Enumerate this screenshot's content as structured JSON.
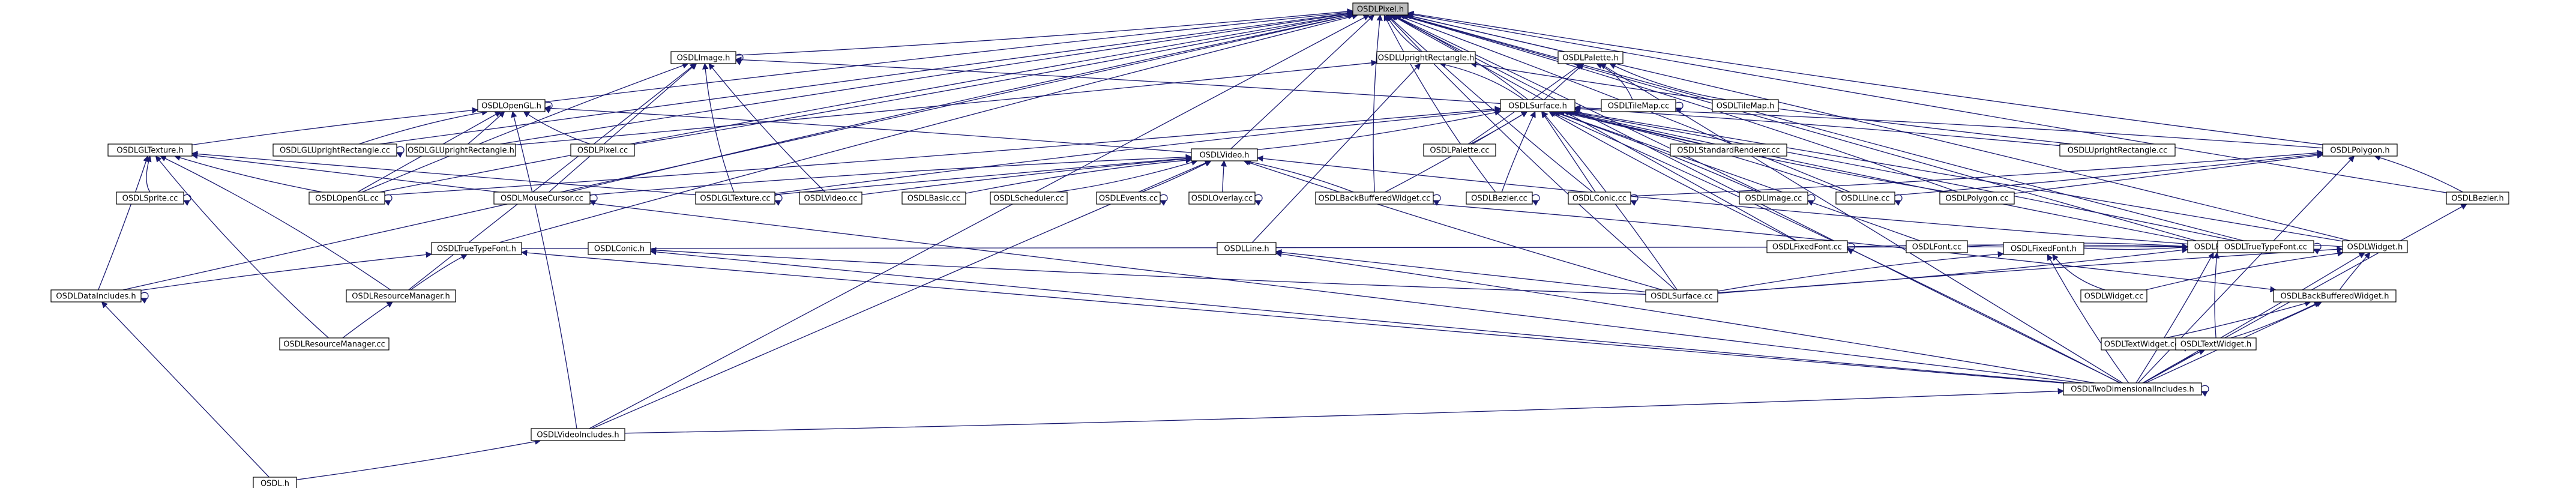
{
  "graph": {
    "root": "OSDLPixel.h",
    "nodes": [
      {
        "id": "pixel_h",
        "label": "OSDLPixel.h"
      },
      {
        "id": "image_h",
        "label": "OSDLImage.h"
      },
      {
        "id": "uprect_h",
        "label": "OSDLUprightRectangle.h"
      },
      {
        "id": "palette_h",
        "label": "OSDLPalette.h"
      },
      {
        "id": "opengl_h",
        "label": "OSDLOpenGL.h"
      },
      {
        "id": "surface_h",
        "label": "OSDLSurface.h"
      },
      {
        "id": "tilemap_cc",
        "label": "OSDLTileMap.cc"
      },
      {
        "id": "tilemap_h",
        "label": "OSDLTileMap.h"
      },
      {
        "id": "gltexture_h",
        "label": "OSDLGLTexture.h"
      },
      {
        "id": "gluprect_cc",
        "label": "OSDLGLUprightRectangle.cc"
      },
      {
        "id": "gluprect_h",
        "label": "OSDLGLUprightRectangle.h"
      },
      {
        "id": "pixel_cc",
        "label": "OSDLPixel.cc"
      },
      {
        "id": "palette_cc",
        "label": "OSDLPalette.cc"
      },
      {
        "id": "stdrenderer_cc",
        "label": "OSDLStandardRenderer.cc"
      },
      {
        "id": "uprect_cc",
        "label": "OSDLUprightRectangle.cc"
      },
      {
        "id": "polygon_h",
        "label": "OSDLPolygon.h"
      },
      {
        "id": "video_h",
        "label": "OSDLVideo.h"
      },
      {
        "id": "sprite_cc",
        "label": "OSDLSprite.cc"
      },
      {
        "id": "opengl_cc",
        "label": "OSDLOpenGL.cc"
      },
      {
        "id": "mousecursor_cc",
        "label": "OSDLMouseCursor.cc"
      },
      {
        "id": "gltexture_cc",
        "label": "OSDLGLTexture.cc"
      },
      {
        "id": "video_cc",
        "label": "OSDLVideo.cc"
      },
      {
        "id": "basic_cc",
        "label": "OSDLBasic.cc"
      },
      {
        "id": "scheduler_cc",
        "label": "OSDLScheduler.cc"
      },
      {
        "id": "events_cc",
        "label": "OSDLEvents.cc"
      },
      {
        "id": "overlay_cc",
        "label": "OSDLOverlay.cc"
      },
      {
        "id": "bbwidget_cc",
        "label": "OSDLBackBufferedWidget.cc"
      },
      {
        "id": "bezier_cc",
        "label": "OSDLBezier.cc"
      },
      {
        "id": "conic_cc",
        "label": "OSDLConic.cc"
      },
      {
        "id": "image_cc",
        "label": "OSDLImage.cc"
      },
      {
        "id": "line_cc",
        "label": "OSDLLine.cc"
      },
      {
        "id": "polygon_cc",
        "label": "OSDLPolygon.cc"
      },
      {
        "id": "bezier_h",
        "label": "OSDLBezier.h"
      },
      {
        "id": "font_h",
        "label": "OSDLFont.h"
      },
      {
        "id": "fixedfont_cc",
        "label": "OSDLFixedFont.cc"
      },
      {
        "id": "font_cc",
        "label": "OSDLFont.cc"
      },
      {
        "id": "ttfont_cc",
        "label": "OSDLTrueTypeFont.cc"
      },
      {
        "id": "widget_h",
        "label": "OSDLWidget.h"
      },
      {
        "id": "ttfont_h",
        "label": "OSDLTrueTypeFont.h"
      },
      {
        "id": "conic_h",
        "label": "OSDLConic.h"
      },
      {
        "id": "line_h",
        "label": "OSDLLine.h"
      },
      {
        "id": "fixedfont_h",
        "label": "OSDLFixedFont.h"
      },
      {
        "id": "dataincludes_h",
        "label": "OSDLDataIncludes.h"
      },
      {
        "id": "resmgr_h",
        "label": "OSDLResourceManager.h"
      },
      {
        "id": "surface_cc",
        "label": "OSDLSurface.cc"
      },
      {
        "id": "widget_cc",
        "label": "OSDLWidget.cc"
      },
      {
        "id": "bbwidget_h",
        "label": "OSDLBackBufferedWidget.h"
      },
      {
        "id": "resmgr_cc",
        "label": "OSDLResourceManager.cc"
      },
      {
        "id": "textwidget_cc",
        "label": "OSDLTextWidget.cc"
      },
      {
        "id": "textwidget_h",
        "label": "OSDLTextWidget.h"
      },
      {
        "id": "twodim_h",
        "label": "OSDLTwoDimensionalIncludes.h"
      },
      {
        "id": "videoincludes_h",
        "label": "OSDLVideoIncludes.h"
      },
      {
        "id": "osdl_h",
        "label": "OSDL.h"
      }
    ],
    "edges": [
      [
        "image_h",
        "pixel_h"
      ],
      [
        "uprect_h",
        "pixel_h"
      ],
      [
        "palette_h",
        "pixel_h"
      ],
      [
        "opengl_h",
        "pixel_h"
      ],
      [
        "surface_h",
        "pixel_h"
      ],
      [
        "pixel_cc",
        "pixel_h"
      ],
      [
        "video_h",
        "pixel_h"
      ],
      [
        "gluprect_cc",
        "pixel_h"
      ],
      [
        "gluprect_h",
        "pixel_h"
      ],
      [
        "opengl_cc",
        "pixel_h"
      ],
      [
        "bezier_cc",
        "pixel_h"
      ],
      [
        "conic_cc",
        "pixel_h"
      ],
      [
        "image_cc",
        "pixel_h"
      ],
      [
        "line_cc",
        "pixel_h"
      ],
      [
        "polygon_cc",
        "pixel_h"
      ],
      [
        "polygon_h",
        "pixel_h"
      ],
      [
        "bezier_h",
        "pixel_h"
      ],
      [
        "font_h",
        "pixel_h"
      ],
      [
        "widget_h",
        "pixel_h"
      ],
      [
        "ttfont_h",
        "pixel_h"
      ],
      [
        "surface_cc",
        "pixel_h"
      ],
      [
        "twodim_h",
        "pixel_h"
      ],
      [
        "videoincludes_h",
        "pixel_h"
      ],
      [
        "dataincludes_h",
        "pixel_h"
      ],
      [
        "mousecursor_cc",
        "pixel_h"
      ],
      [
        "bbwidget_cc",
        "pixel_h"
      ],
      [
        "ttfont_cc",
        "pixel_h"
      ],
      [
        "fixedfont_cc",
        "pixel_h"
      ],
      [
        "surface_h",
        "image_h"
      ],
      [
        "opengl_cc",
        "image_h"
      ],
      [
        "gltexture_cc",
        "image_h"
      ],
      [
        "video_cc",
        "image_h"
      ],
      [
        "resmgr_h",
        "image_h"
      ],
      [
        "mousecursor_cc",
        "image_h"
      ],
      [
        "surface_h",
        "uprect_h"
      ],
      [
        "uprect_cc",
        "uprect_h"
      ],
      [
        "gluprect_h",
        "uprect_h"
      ],
      [
        "line_h",
        "uprect_h"
      ],
      [
        "surface_h",
        "palette_h"
      ],
      [
        "tilemap_cc",
        "palette_h"
      ],
      [
        "tilemap_h",
        "palette_h"
      ],
      [
        "palette_cc",
        "palette_h"
      ],
      [
        "twodim_h",
        "palette_h"
      ],
      [
        "gltexture_h",
        "opengl_h"
      ],
      [
        "gluprect_cc",
        "opengl_h"
      ],
      [
        "gluprect_h",
        "opengl_h"
      ],
      [
        "pixel_cc",
        "opengl_h"
      ],
      [
        "opengl_cc",
        "opengl_h"
      ],
      [
        "video_h",
        "opengl_h"
      ],
      [
        "videoincludes_h",
        "opengl_h"
      ],
      [
        "video_h",
        "surface_h"
      ],
      [
        "palette_cc",
        "surface_h"
      ],
      [
        "stdrenderer_cc",
        "surface_h"
      ],
      [
        "uprect_cc",
        "surface_h"
      ],
      [
        "polygon_h",
        "surface_h"
      ],
      [
        "bbwidget_cc",
        "surface_h"
      ],
      [
        "bezier_cc",
        "surface_h"
      ],
      [
        "conic_cc",
        "surface_h"
      ],
      [
        "image_cc",
        "surface_h"
      ],
      [
        "line_cc",
        "surface_h"
      ],
      [
        "polygon_cc",
        "surface_h"
      ],
      [
        "font_h",
        "surface_h"
      ],
      [
        "widget_h",
        "surface_h"
      ],
      [
        "surface_cc",
        "surface_h"
      ],
      [
        "gltexture_cc",
        "surface_h"
      ],
      [
        "opengl_cc",
        "surface_h"
      ],
      [
        "fixedfont_cc",
        "surface_h"
      ],
      [
        "font_cc",
        "surface_h"
      ],
      [
        "ttfont_cc",
        "surface_h"
      ],
      [
        "twodim_h",
        "surface_h"
      ],
      [
        "sprite_cc",
        "gltexture_h"
      ],
      [
        "opengl_cc",
        "gltexture_h"
      ],
      [
        "gltexture_cc",
        "gltexture_h"
      ],
      [
        "dataincludes_h",
        "gltexture_h"
      ],
      [
        "resmgr_h",
        "gltexture_h"
      ],
      [
        "resmgr_cc",
        "gltexture_h"
      ],
      [
        "twodim_h",
        "gltexture_h"
      ],
      [
        "gltexture_cc",
        "video_h"
      ],
      [
        "video_cc",
        "video_h"
      ],
      [
        "basic_cc",
        "video_h"
      ],
      [
        "scheduler_cc",
        "video_h"
      ],
      [
        "events_cc",
        "video_h"
      ],
      [
        "overlay_cc",
        "video_h"
      ],
      [
        "bbwidget_cc",
        "video_h"
      ],
      [
        "mousecursor_cc",
        "video_h"
      ],
      [
        "font_h",
        "video_h"
      ],
      [
        "surface_cc",
        "video_h"
      ],
      [
        "videoincludes_h",
        "video_h"
      ],
      [
        "fixedfont_cc",
        "font_h"
      ],
      [
        "font_cc",
        "font_h"
      ],
      [
        "ttfont_cc",
        "font_h"
      ],
      [
        "fixedfont_h",
        "font_h"
      ],
      [
        "ttfont_h",
        "font_h"
      ],
      [
        "widget_h",
        "font_h"
      ],
      [
        "twodim_h",
        "font_h"
      ],
      [
        "surface_cc",
        "font_h"
      ],
      [
        "textwidget_h",
        "font_h"
      ],
      [
        "polygon_cc",
        "polygon_h"
      ],
      [
        "bezier_h",
        "polygon_h"
      ],
      [
        "twodim_h",
        "polygon_h"
      ],
      [
        "conic_cc",
        "polygon_h"
      ],
      [
        "line_cc",
        "polygon_h"
      ],
      [
        "twodim_h",
        "bezier_h"
      ],
      [
        "surface_cc",
        "widget_h"
      ],
      [
        "widget_cc",
        "widget_h"
      ],
      [
        "bbwidget_h",
        "widget_h"
      ],
      [
        "twodim_h",
        "widget_h"
      ],
      [
        "twodim_h",
        "ttfont_h"
      ],
      [
        "dataincludes_h",
        "ttfont_h"
      ],
      [
        "resmgr_h",
        "ttfont_h"
      ],
      [
        "surface_cc",
        "conic_h"
      ],
      [
        "twodim_h",
        "conic_h"
      ],
      [
        "surface_cc",
        "line_h"
      ],
      [
        "twodim_h",
        "line_h"
      ],
      [
        "surface_cc",
        "fixedfont_h"
      ],
      [
        "widget_cc",
        "fixedfont_h"
      ],
      [
        "twodim_h",
        "fixedfont_h"
      ],
      [
        "osdl_h",
        "dataincludes_h"
      ],
      [
        "resmgr_cc",
        "resmgr_h"
      ],
      [
        "bbwidget_cc",
        "bbwidget_h"
      ],
      [
        "textwidget_h",
        "bbwidget_h"
      ],
      [
        "textwidget_cc",
        "bbwidget_h"
      ],
      [
        "twodim_h",
        "bbwidget_h"
      ],
      [
        "textwidget_cc",
        "textwidget_h"
      ],
      [
        "twodim_h",
        "textwidget_h"
      ],
      [
        "videoincludes_h",
        "twodim_h"
      ],
      [
        "osdl_h",
        "videoincludes_h"
      ]
    ],
    "self_loops": [
      "image_h",
      "opengl_h",
      "tilemap_cc",
      "gluprect_cc",
      "sprite_cc",
      "opengl_cc",
      "mousecursor_cc",
      "gltexture_cc",
      "events_cc",
      "overlay_cc",
      "bbwidget_cc",
      "bezier_cc",
      "conic_cc",
      "image_cc",
      "line_cc",
      "ttfont_cc",
      "dataincludes_h",
      "textwidget_cc",
      "twodim_h",
      "fixedfont_cc"
    ],
    "colors": {
      "edge": "#191970",
      "node_border": "#000000",
      "root_fill": "#bfbfbf",
      "node_fill": "#ffffff"
    }
  }
}
